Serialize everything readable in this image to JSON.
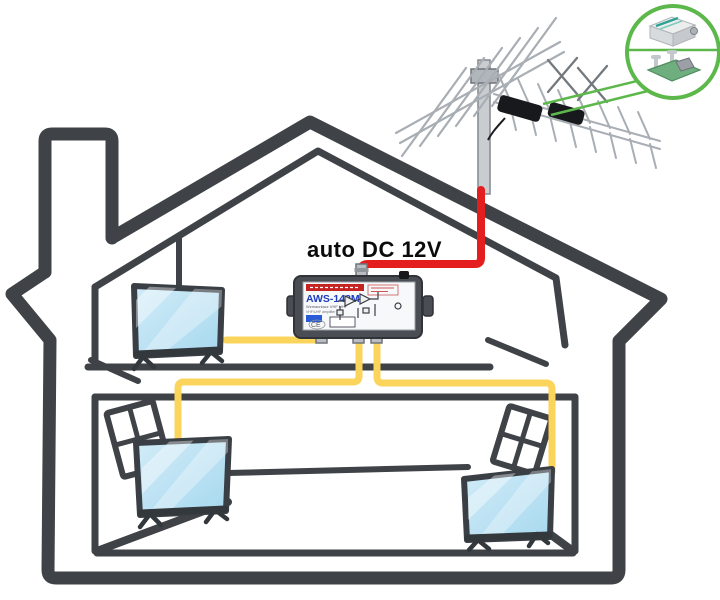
{
  "title_label": "auto DC 12V",
  "amplifier": {
    "model": "AWS-143M",
    "line1": "Wzmacniacz VHF UHF",
    "line2": "VHF/UHF amplifier",
    "ce_mark": "CE",
    "dvbt_logo": "DVB-T"
  },
  "colors": {
    "outline_gray": "#3f4246",
    "power_cable_red": "#e41e1e",
    "coax_cable_yellow": "#fbd45c",
    "tv_screen_blue": "#c3e6f4",
    "callout_green": "#5cb84a",
    "amplifier_body": "#4a4e54",
    "model_text_blue": "#1d3fbf"
  },
  "parts": {
    "house": "two-storey house cross-section",
    "antenna": "VHF/UHF outdoor antenna on mast",
    "callout": "close-up of antenna balun box and connection PCB",
    "amplifier": "AWS-143M VHF/UHF antenna amplifier",
    "power_cable": "red 12V DC feed cable from amplifier to mast",
    "coax_cables": "yellow coaxial cables to three TVs",
    "tvs": "three televisions (one upstairs, two downstairs)"
  }
}
